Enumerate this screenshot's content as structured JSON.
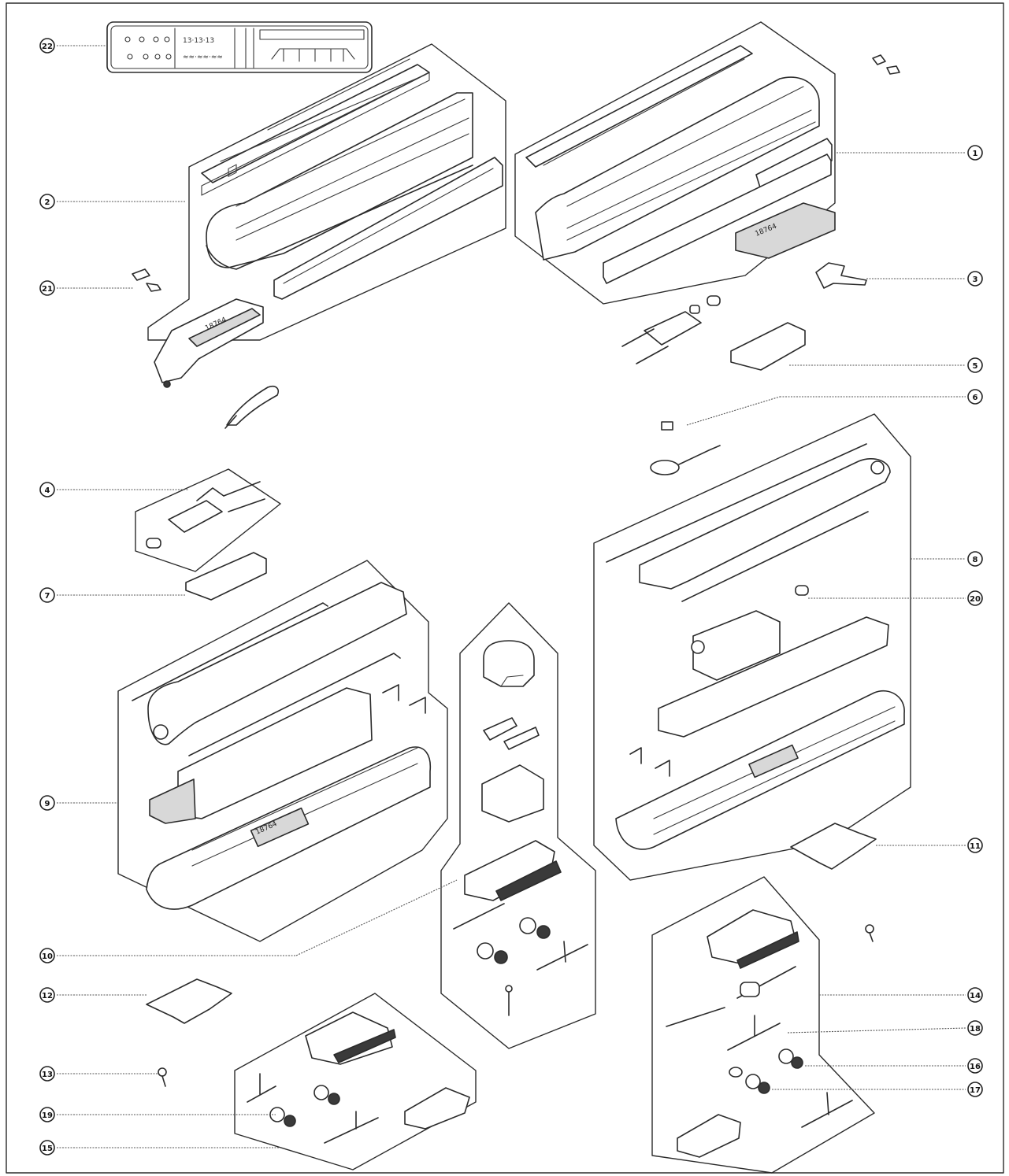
{
  "callouts": [
    {
      "id": "c1",
      "label": "1"
    },
    {
      "id": "c2",
      "label": "2"
    },
    {
      "id": "c3",
      "label": "3"
    },
    {
      "id": "c4",
      "label": "4"
    },
    {
      "id": "c5",
      "label": "5"
    },
    {
      "id": "c6",
      "label": "6"
    },
    {
      "id": "c7",
      "label": "7"
    },
    {
      "id": "c8",
      "label": "8"
    },
    {
      "id": "c9",
      "label": "9"
    },
    {
      "id": "c10",
      "label": "10"
    },
    {
      "id": "c11",
      "label": "11"
    },
    {
      "id": "c12",
      "label": "12"
    },
    {
      "id": "c13",
      "label": "13"
    },
    {
      "id": "c14",
      "label": "14"
    },
    {
      "id": "c15",
      "label": "15"
    },
    {
      "id": "c16",
      "label": "16"
    },
    {
      "id": "c17",
      "label": "17"
    },
    {
      "id": "c18",
      "label": "18"
    },
    {
      "id": "c19",
      "label": "19"
    },
    {
      "id": "c20",
      "label": "20"
    },
    {
      "id": "c21",
      "label": "21"
    },
    {
      "id": "c22",
      "label": "22"
    }
  ],
  "markings": {
    "part_number_front": "18764",
    "part_number_rear": "18764",
    "part_number_chassis": "18764",
    "decal_sheet_row1": "13·13·13",
    "decal_sheet_row2": "≈≈·≈≈·≈≈"
  }
}
